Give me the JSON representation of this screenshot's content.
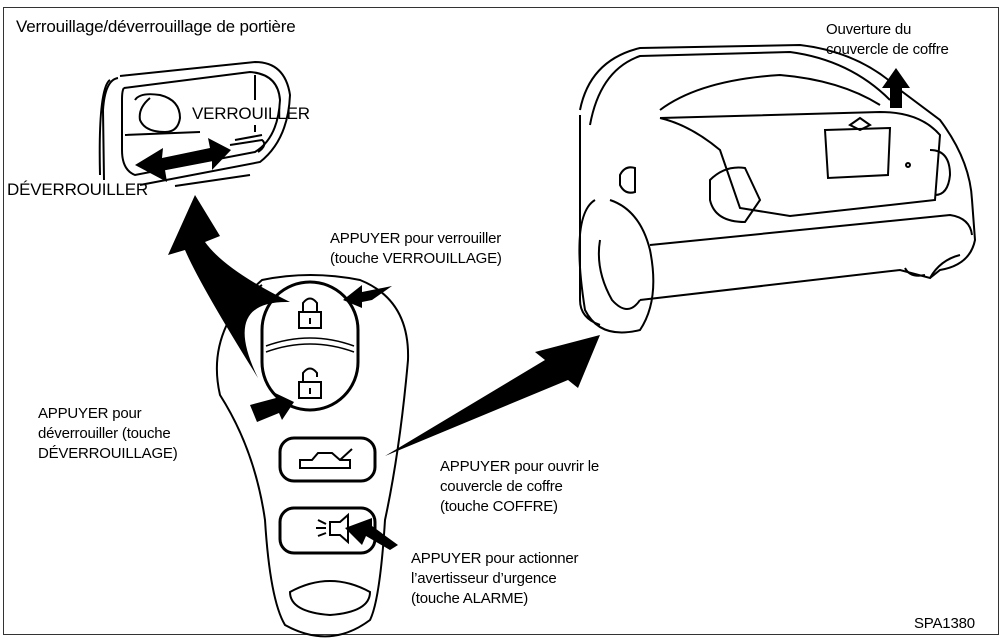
{
  "title": "Verrouillage/déverrouillage de portière",
  "door_handle": {
    "lock_label": "VERROUILLER",
    "unlock_label": "DÉVERROUILLER"
  },
  "callouts": {
    "lock": [
      "APPUYER pour verrouiller",
      "(touche VERROUILLAGE)"
    ],
    "unlock": [
      "APPUYER pour",
      "déverrouiller  (touche",
      "DÉVERROUILLAGE)"
    ],
    "trunk": [
      "APPUYER pour ouvrir le",
      "couvercle de coffre",
      "(touche COFFRE)"
    ],
    "alarm": [
      "APPUYER pour actionner",
      "l’avertisseur d’urgence",
      "(touche ALARME)"
    ],
    "trunk_open": [
      "Ouverture du",
      "couvercle de coffre"
    ]
  },
  "figure_code": "SPA1380",
  "icons": [
    "lock-icon",
    "unlock-icon",
    "trunk-icon",
    "alarm-horn-icon"
  ]
}
